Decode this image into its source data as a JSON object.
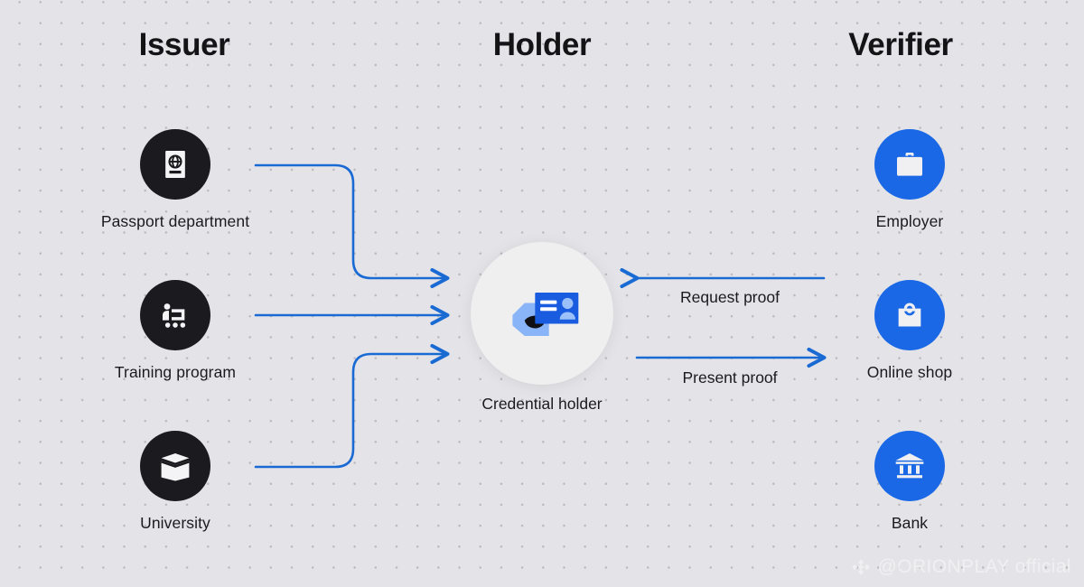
{
  "columns": {
    "issuer": "Issuer",
    "holder": "Holder",
    "verifier": "Verifier"
  },
  "issuers": [
    {
      "label": "Passport department",
      "icon": "passport-icon"
    },
    {
      "label": "Training program",
      "icon": "model-training-icon"
    },
    {
      "label": "University",
      "icon": "open-book-icon"
    }
  ],
  "holder": {
    "label": "Credential holder",
    "icon": "credential-card-icon"
  },
  "verifiers": [
    {
      "label": "Employer",
      "icon": "briefcase-icon"
    },
    {
      "label": "Online shop",
      "icon": "shopping-bag-icon"
    },
    {
      "label": "Bank",
      "icon": "bank-icon"
    }
  ],
  "flows": [
    {
      "label": "Request proof",
      "direction": "left"
    },
    {
      "label": "Present proof",
      "direction": "right"
    }
  ],
  "watermark": {
    "text": "@ORIONPLAY official",
    "logo": "orionplay-diamond-logo"
  },
  "colors": {
    "background": "#e4e4e8",
    "dot_grid": "#b9b9bf",
    "issuer_disc": "#1b1b1f",
    "verifier_disc": "#1a68e5",
    "holder_disc": "#efefef",
    "arrow": "#1a6ad4",
    "text": "#1b1b1f",
    "card_blue": "#1a5ce0",
    "card_light_blue": "#8ab4f8"
  }
}
